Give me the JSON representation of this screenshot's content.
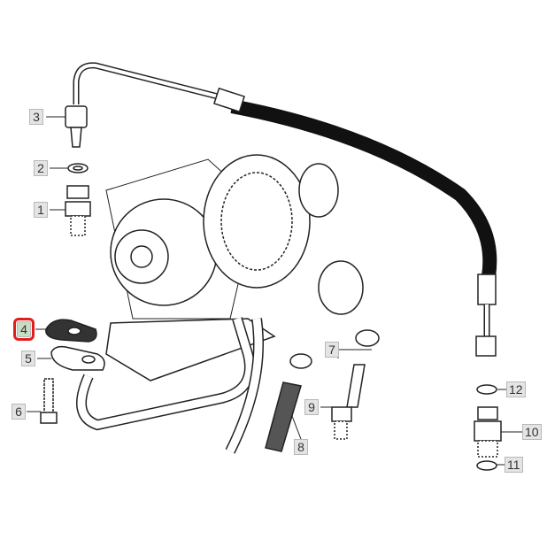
{
  "diagram": {
    "callouts": [
      {
        "id": "1",
        "label": "1"
      },
      {
        "id": "2",
        "label": "2"
      },
      {
        "id": "3",
        "label": "3"
      },
      {
        "id": "4",
        "label": "4",
        "selected": true
      },
      {
        "id": "5",
        "label": "5"
      },
      {
        "id": "6",
        "label": "6"
      },
      {
        "id": "7",
        "label": "7"
      },
      {
        "id": "8",
        "label": "8"
      },
      {
        "id": "9",
        "label": "9"
      },
      {
        "id": "10",
        "label": "10"
      },
      {
        "id": "11",
        "label": "11"
      },
      {
        "id": "12",
        "label": "12"
      }
    ],
    "highlight_color": "#e01e1e"
  }
}
